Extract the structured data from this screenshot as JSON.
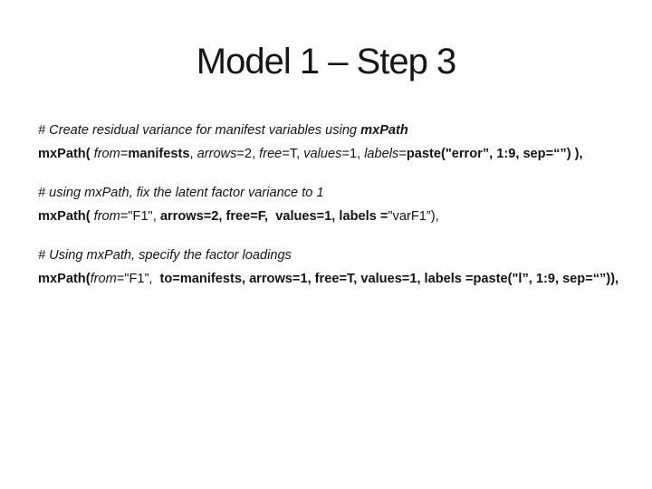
{
  "slide": {
    "title": "Model 1 – Step 3",
    "background_color": "#ffffff",
    "text_color": "#141414",
    "blocks": [
      {
        "comment_segments": [
          {
            "t": "# Create residual variance for manifest variables using ",
            "s": "i"
          },
          {
            "t": "mxPath",
            "s": "bi"
          }
        ],
        "code_segments": [
          {
            "t": "mxPath",
            "s": "b"
          },
          {
            "t": "( ",
            "s": "b"
          },
          {
            "t": "from",
            "s": "i"
          },
          {
            "t": "=",
            "s": "n"
          },
          {
            "t": "manifests",
            "s": "b"
          },
          {
            "t": ", ",
            "s": "n"
          },
          {
            "t": "arrows",
            "s": "i"
          },
          {
            "t": "=2, ",
            "s": "n"
          },
          {
            "t": "free",
            "s": "i"
          },
          {
            "t": "=T, ",
            "s": "n"
          },
          {
            "t": "values",
            "s": "i"
          },
          {
            "t": "=1, ",
            "s": "n"
          },
          {
            "t": "labels",
            "s": "i"
          },
          {
            "t": "=",
            "s": "n"
          },
          {
            "t": "paste(\"error”, 1:9, sep=“”) ),",
            "s": "b"
          }
        ]
      },
      {
        "comment_segments": [
          {
            "t": "# using mxPath, fix the latent factor variance to 1",
            "s": "i"
          }
        ],
        "code_segments": [
          {
            "t": "mxPath",
            "s": "b"
          },
          {
            "t": "( ",
            "s": "b"
          },
          {
            "t": "from",
            "s": "i"
          },
          {
            "t": "=\"F1\", ",
            "s": "n"
          },
          {
            "t": "arrows=2, free=F,  values=1, labels =",
            "s": "b"
          },
          {
            "t": "\"varF1”),",
            "s": "n"
          }
        ]
      },
      {
        "comment_segments": [
          {
            "t": "# Using mxPath, specify the factor loadings",
            "s": "i"
          }
        ],
        "code_segments": [
          {
            "t": "mxPath(",
            "s": "b"
          },
          {
            "t": "from",
            "s": "i"
          },
          {
            "t": "=\"F1”,  ",
            "s": "n"
          },
          {
            "t": "to=manifests, arrows=1, free=T, values=1, labels =paste(\"l”, 1:9, sep=“”)),",
            "s": "b"
          }
        ]
      }
    ]
  }
}
